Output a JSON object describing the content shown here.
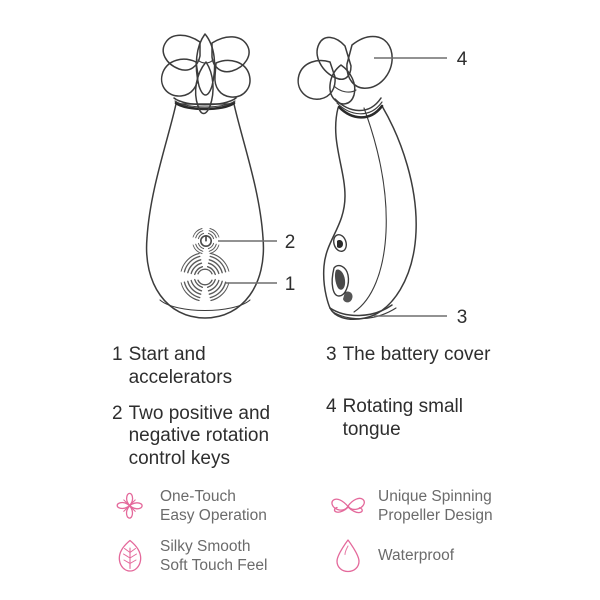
{
  "page": {
    "background_color": "#ffffff",
    "line_color": "#3c3c3c",
    "accent_color": "#e4699b",
    "text_color": "#2e2e2e",
    "feature_text_color": "#6b6b6b"
  },
  "diagram": {
    "views": [
      {
        "name": "front-view",
        "description": "Front view of handheld device with flower-shaped rotating tongue on top and two round control buttons on the body"
      },
      {
        "name": "side-view",
        "description": "Side profile view of the same device showing battery cover at base and rotating small tongue at top"
      }
    ],
    "callouts": [
      {
        "id": "callout-1",
        "number": "1",
        "target": "large-control-button",
        "view": "front-view"
      },
      {
        "id": "callout-2",
        "number": "2",
        "target": "small-control-button",
        "view": "front-view"
      },
      {
        "id": "callout-3",
        "number": "3",
        "target": "battery-cover",
        "view": "side-view"
      },
      {
        "id": "callout-4",
        "number": "4",
        "target": "rotating-small-tongue",
        "view": "side-view"
      }
    ]
  },
  "legend": {
    "left": [
      {
        "number": "1",
        "text": "Start and\naccelerators"
      },
      {
        "number": "2",
        "text": "Two positive and\nnegative rotation\ncontrol keys"
      }
    ],
    "right": [
      {
        "number": "3",
        "text": "The battery cover"
      },
      {
        "number": "4",
        "text": "Rotating small\ntongue"
      }
    ]
  },
  "features": [
    {
      "icon": "flower-icon",
      "label": "One-Touch\nEasy Operation"
    },
    {
      "icon": "leaf-icon",
      "label": "Silky Smooth\nSoft Touch Feel"
    },
    {
      "icon": "propeller-icon",
      "label": "Unique Spinning\nPropeller Design"
    },
    {
      "icon": "water-drop-icon",
      "label": "Waterproof"
    }
  ]
}
